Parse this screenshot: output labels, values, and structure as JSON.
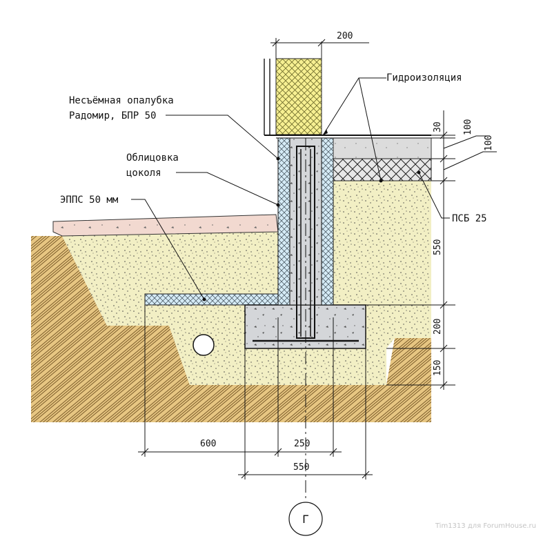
{
  "labels": {
    "formwork_line1": "Несъёмная опалубка",
    "formwork_line2": "Радомир, БПР 50",
    "cladding_line1": "Облицовка",
    "cladding_line2": "цоколя",
    "epps": "ЭППС 50 мм",
    "waterproofing": "Гидроизоляция",
    "psb": "ПСБ 25"
  },
  "dimensions": {
    "wall": "200",
    "d30": "30",
    "d100a": "100",
    "d100b": "100",
    "d550v": "550",
    "d200v": "200",
    "d150v": "150",
    "d600": "600",
    "d250": "250",
    "d550h": "550"
  },
  "axis": {
    "label": "Г"
  },
  "watermark": "Tim1313 для ForumHouse.ru",
  "colors": {
    "sand": "#f2efc4",
    "soil": "#e7c682",
    "concrete": "#d4d6d9",
    "insulation": "#d5ebf6",
    "wall_insulation": "#f7f092",
    "paving": "#f2d9d0",
    "floor": "#dcdcdc"
  }
}
